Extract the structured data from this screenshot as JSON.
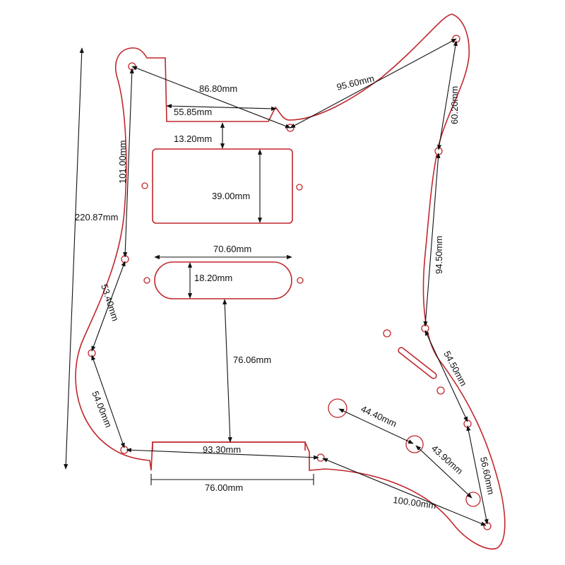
{
  "diagram": {
    "overall_height": "220.87mm",
    "top_neck_diag": "86.80mm",
    "top_neck_width": "55.85mm",
    "top_right_diag": "95.60mm",
    "right_upper": "60.20mm",
    "left_upper": "101.00mm",
    "neck_to_pickup_gap": "13.20mm",
    "humbucker_height": "39.00mm",
    "single_coil_length": "70.60mm",
    "single_coil_height": "18.20mm",
    "right_middle": "94.50mm",
    "left_middle": "53.40mm",
    "coil_to_bottom": "76.06mm",
    "right_lower": "54.50mm",
    "knob_spacing_1": "44.40mm",
    "left_lower": "54.00mm",
    "bottom_holes": "93.30mm",
    "knob_spacing_2": "43.90mm",
    "right_bottom": "56.60mm",
    "bottom_cutout_width": "76.00mm",
    "bottom_right_diag": "100.00mm"
  }
}
